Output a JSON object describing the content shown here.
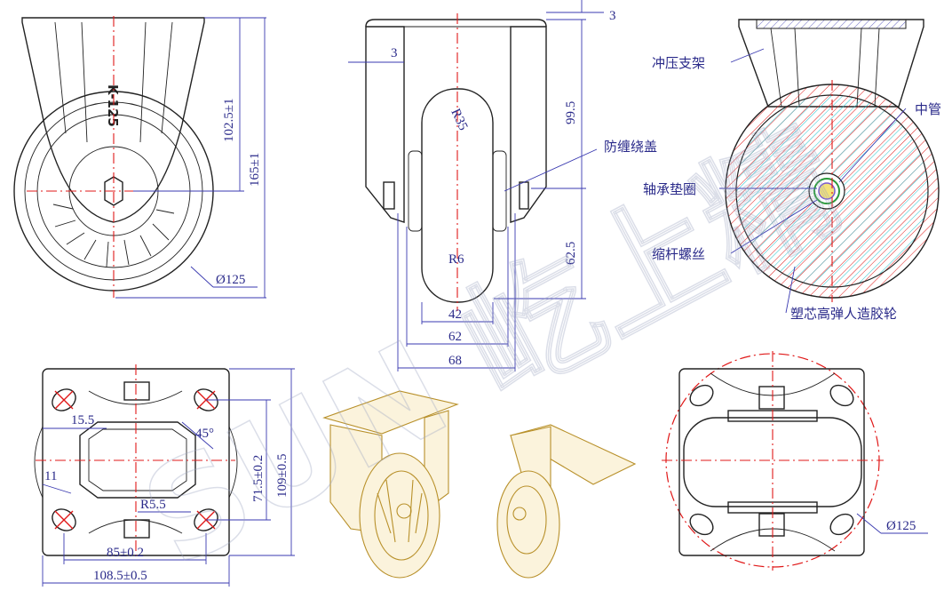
{
  "model_mark": "K-125",
  "dims": {
    "top_height": "102.5±1",
    "total_height": "165±1",
    "diameter_front": "Ø125",
    "gap_top": "3",
    "gap_side": "3",
    "radius_35": "R35",
    "h_99": "99.5",
    "h_62": "62.5",
    "radius_6": "R6",
    "w_42": "42",
    "w_62": "62",
    "w_68": "68",
    "hole_15": "15.5",
    "angle_45": "45°",
    "edge_11": "11",
    "radius_5": "R5.5",
    "hole_spacing_v": "71.5±0.2",
    "plate_v": "109±0.5",
    "hole_spacing_h": "85±0.2",
    "plate_h": "108.5±0.5",
    "diameter_bottom": "Ø125"
  },
  "labels": {
    "stamped_bracket": "冲压支架",
    "center_tube": "中管",
    "anti_wrap_cover": "防缠绕盖",
    "bearing_washer": "轴承垫圈",
    "shrink_bolt": "缩杆螺丝",
    "wheel": "塑芯高弹人造胶轮"
  },
  "watermark": "SUN 屹上精",
  "colors": {
    "part_line": "#222222",
    "dimension": "#2a2a8a",
    "center_line": "#e01818",
    "render": "#b8902a",
    "hatch_cyan": "#29c4cf"
  }
}
